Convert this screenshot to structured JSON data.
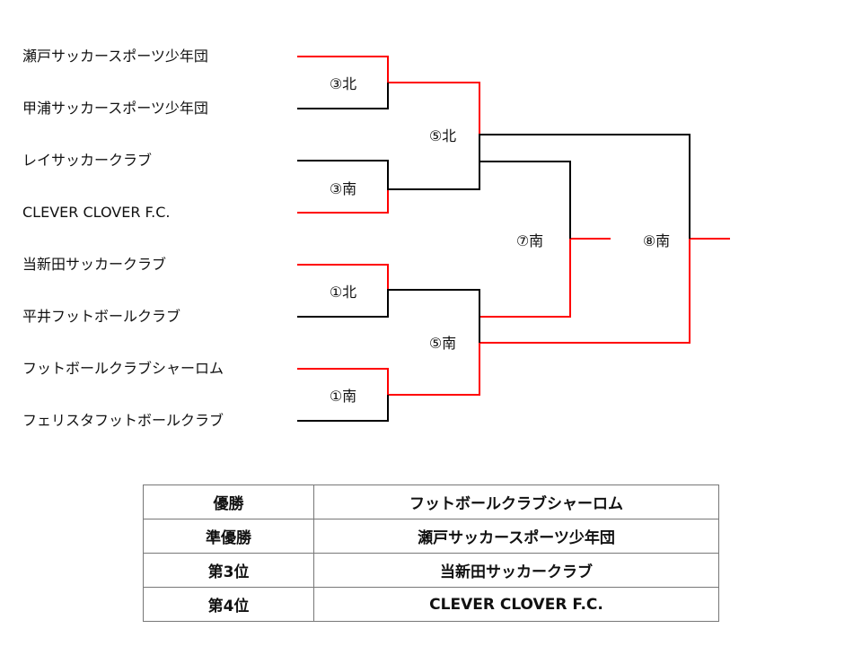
{
  "teams": [
    "瀬戸サッカースポーツ少年団",
    "甲浦サッカースポーツ少年団",
    "レイサッカークラブ",
    "CLEVER CLOVER F.C.",
    "当新田サッカークラブ",
    "平井フットボールクラブ",
    "フットボールクラブシャーロム",
    "フェリスタフットボールクラブ"
  ],
  "matches": {
    "r1_1": "③北",
    "r1_2": "③南",
    "r1_3": "①北",
    "r1_4": "①南",
    "sf_1": "⑤北",
    "sf_2": "⑤南",
    "third_place": "⑦南",
    "final": "⑧南"
  },
  "colors": {
    "winner_line": "#ff0000",
    "line": "#000000"
  },
  "results": [
    {
      "rank": "優勝",
      "team": "フットボールクラブシャーロム"
    },
    {
      "rank": "準優勝",
      "team": "瀬戸サッカースポーツ少年団"
    },
    {
      "rank": "第3位",
      "team": "当新田サッカークラブ"
    },
    {
      "rank": "第4位",
      "team": "CLEVER CLOVER F.C."
    }
  ]
}
